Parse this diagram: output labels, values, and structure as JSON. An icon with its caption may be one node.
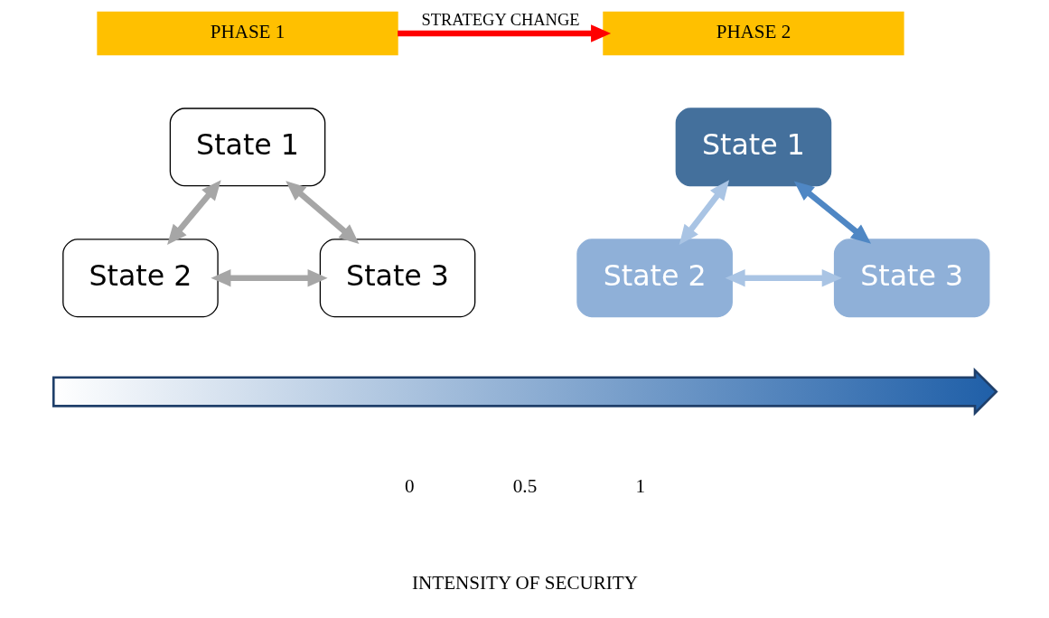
{
  "diagram": {
    "nodes": [
      {
        "text": [
          "PHASE 1"
        ]
      },
      {
        "text": [
          "PHASE 2"
        ]
      },
      {
        "text": [
          "State 1"
        ]
      },
      {
        "text": [
          "State 2"
        ]
      },
      {
        "text": [
          "State 3"
        ]
      },
      {
        "text": [
          "State 1"
        ]
      },
      {
        "text": [
          "State 2"
        ]
      },
      {
        "text": [
          "State 3"
        ]
      },
      {
        "text": [],
        "shape": "arrow"
      }
    ],
    "edges": [
      {
        "from": 0,
        "to": 1,
        "arrow": "to",
        "label": "STRATEGY CHANGE",
        "color": "#ff0000"
      },
      {
        "from": 2,
        "to": 3,
        "arrow": "both",
        "color": "#a6a6a6"
      },
      {
        "from": 2,
        "to": 4,
        "arrow": "both",
        "color": "#a6a6a6"
      },
      {
        "from": 3,
        "to": 4,
        "arrow": "both",
        "color": "#a6a6a6"
      },
      {
        "from": 5,
        "to": 6,
        "arrow": "both",
        "color": "#a9c4e4"
      },
      {
        "from": 5,
        "to": 7,
        "arrow": "both",
        "color": "#4f87c4"
      },
      {
        "from": 6,
        "to": 7,
        "arrow": "both",
        "color": "#a9c4e4"
      }
    ],
    "labels": [
      "0",
      "0.5",
      "1",
      "INTENSITY OF SECURITY"
    ]
  }
}
